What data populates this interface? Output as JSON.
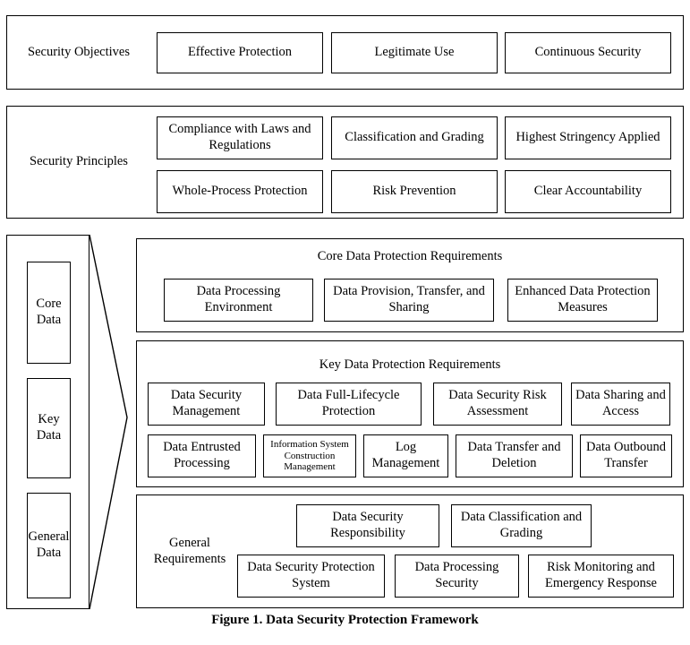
{
  "figure": {
    "caption": "Figure 1. Data Security Protection Framework"
  },
  "objectives": {
    "label": "Security Objectives",
    "items": [
      {
        "label": "Effective Protection"
      },
      {
        "label": "Legitimate Use"
      },
      {
        "label": "Continuous Security"
      }
    ]
  },
  "principles": {
    "label": "Security Principles",
    "items": [
      {
        "label": "Compliance with Laws and Regulations"
      },
      {
        "label": "Classification and Grading"
      },
      {
        "label": "Highest Stringency Applied"
      },
      {
        "label": "Whole-Process Protection"
      },
      {
        "label": "Risk Prevention"
      },
      {
        "label": "Clear Accountability"
      }
    ]
  },
  "data_levels": {
    "items": [
      {
        "label": "Core Data"
      },
      {
        "label": "Key Data"
      },
      {
        "label": "General Data"
      }
    ]
  },
  "core_requirements": {
    "title": "Core Data Protection Requirements",
    "items": [
      {
        "label": "Data Processing Environment"
      },
      {
        "label": "Data Provision, Transfer, and Sharing"
      },
      {
        "label": "Enhanced Data Protection Measures"
      }
    ]
  },
  "key_requirements": {
    "title": "Key Data Protection Requirements",
    "items": [
      {
        "label": "Data Security Management"
      },
      {
        "label": "Data Full-Lifecycle Protection"
      },
      {
        "label": "Data Security Risk Assessment"
      },
      {
        "label": "Data Sharing and Access"
      },
      {
        "label": "Data Entrusted Processing"
      },
      {
        "label": "Information System Construction Management"
      },
      {
        "label": "Log Management"
      },
      {
        "label": "Data Transfer and Deletion"
      },
      {
        "label": "Data Outbound Transfer"
      }
    ]
  },
  "general_requirements": {
    "label": "General Requirements",
    "items": [
      {
        "label": "Data Security Responsibility"
      },
      {
        "label": "Data Classification and Grading"
      },
      {
        "label": "Data Security Protection System"
      },
      {
        "label": "Data Processing Security"
      },
      {
        "label": "Risk Monitoring and Emergency Response"
      }
    ]
  },
  "style": {
    "stroke": "#000000",
    "background": "#ffffff"
  }
}
